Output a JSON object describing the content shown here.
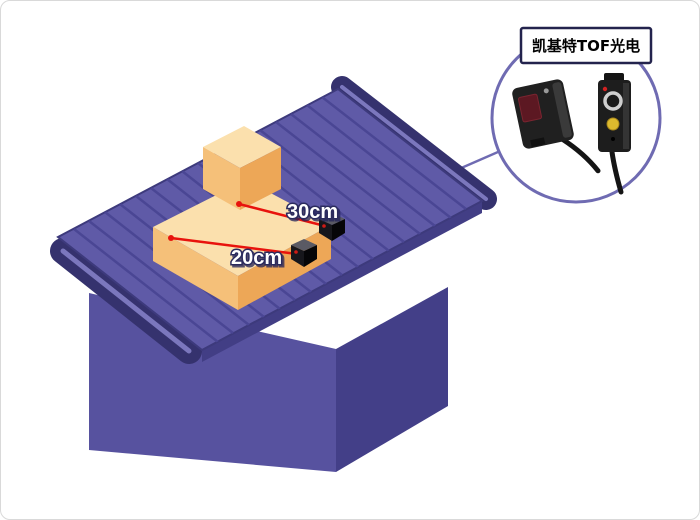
{
  "diagram": {
    "kind": "tof-sensor-conveyor-application-illustration",
    "measurements": {
      "upper_beam_distance": "30cm",
      "lower_beam_distance": "20cm"
    },
    "callout": {
      "label": "凯基特TOF光电"
    },
    "colors": {
      "machine_front": "#57529f",
      "machine_side": "#433f88",
      "belt_surface": "#5f5aa7",
      "belt_stripe": "#4a4694",
      "belt_edge_band": "#423e85",
      "roller": "#35326e",
      "roller_highlight": "#7b77bd",
      "box_top": "#fbe0ad",
      "box_front": "#f5c079",
      "box_side": "#eda757",
      "laser": "#e8130d",
      "callout_border": "#6f6bb2",
      "label_box_border": "#23234d",
      "background": "#ffffff"
    }
  }
}
